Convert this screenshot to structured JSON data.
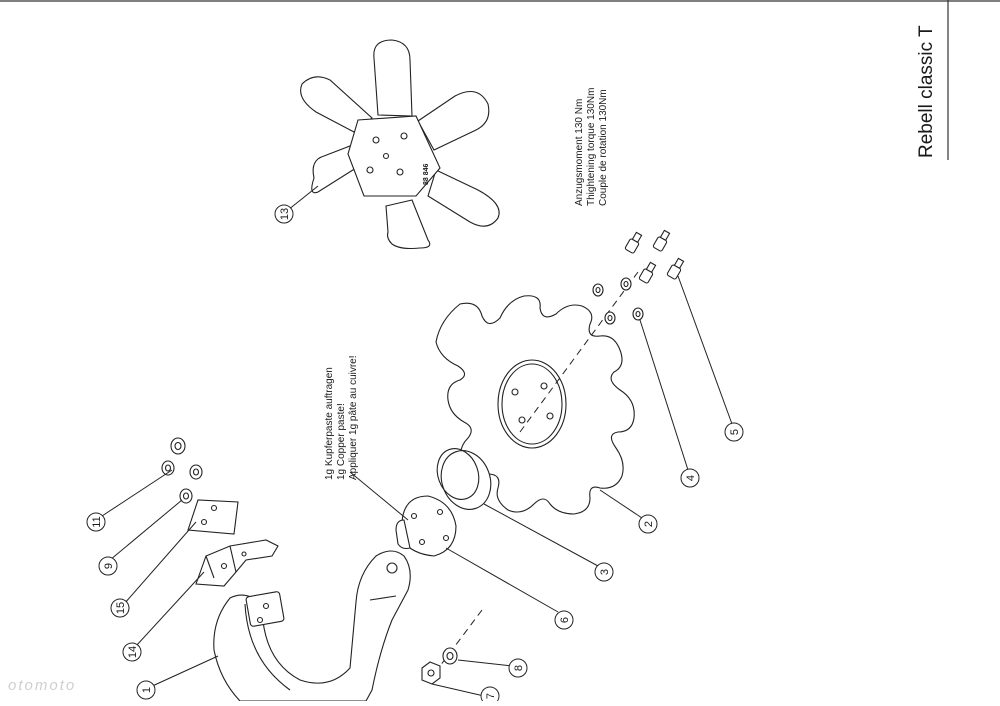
{
  "title": "Rebell classic T",
  "notes": {
    "torque": [
      "Anzugsmoment 130 Nm",
      "Thightening torque 130Nm",
      "Couple de rotation 130Nm"
    ],
    "paste": [
      "1g Kupferpaste auftragen",
      "1g Copper paste!",
      "Appliquer 1g pâte au cuivre!"
    ]
  },
  "part_marking": "88 846",
  "callouts": [
    "1",
    "2",
    "3",
    "4",
    "5",
    "6",
    "7",
    "8",
    "9",
    "11",
    "13",
    "14",
    "15"
  ],
  "watermark": "otomoto"
}
